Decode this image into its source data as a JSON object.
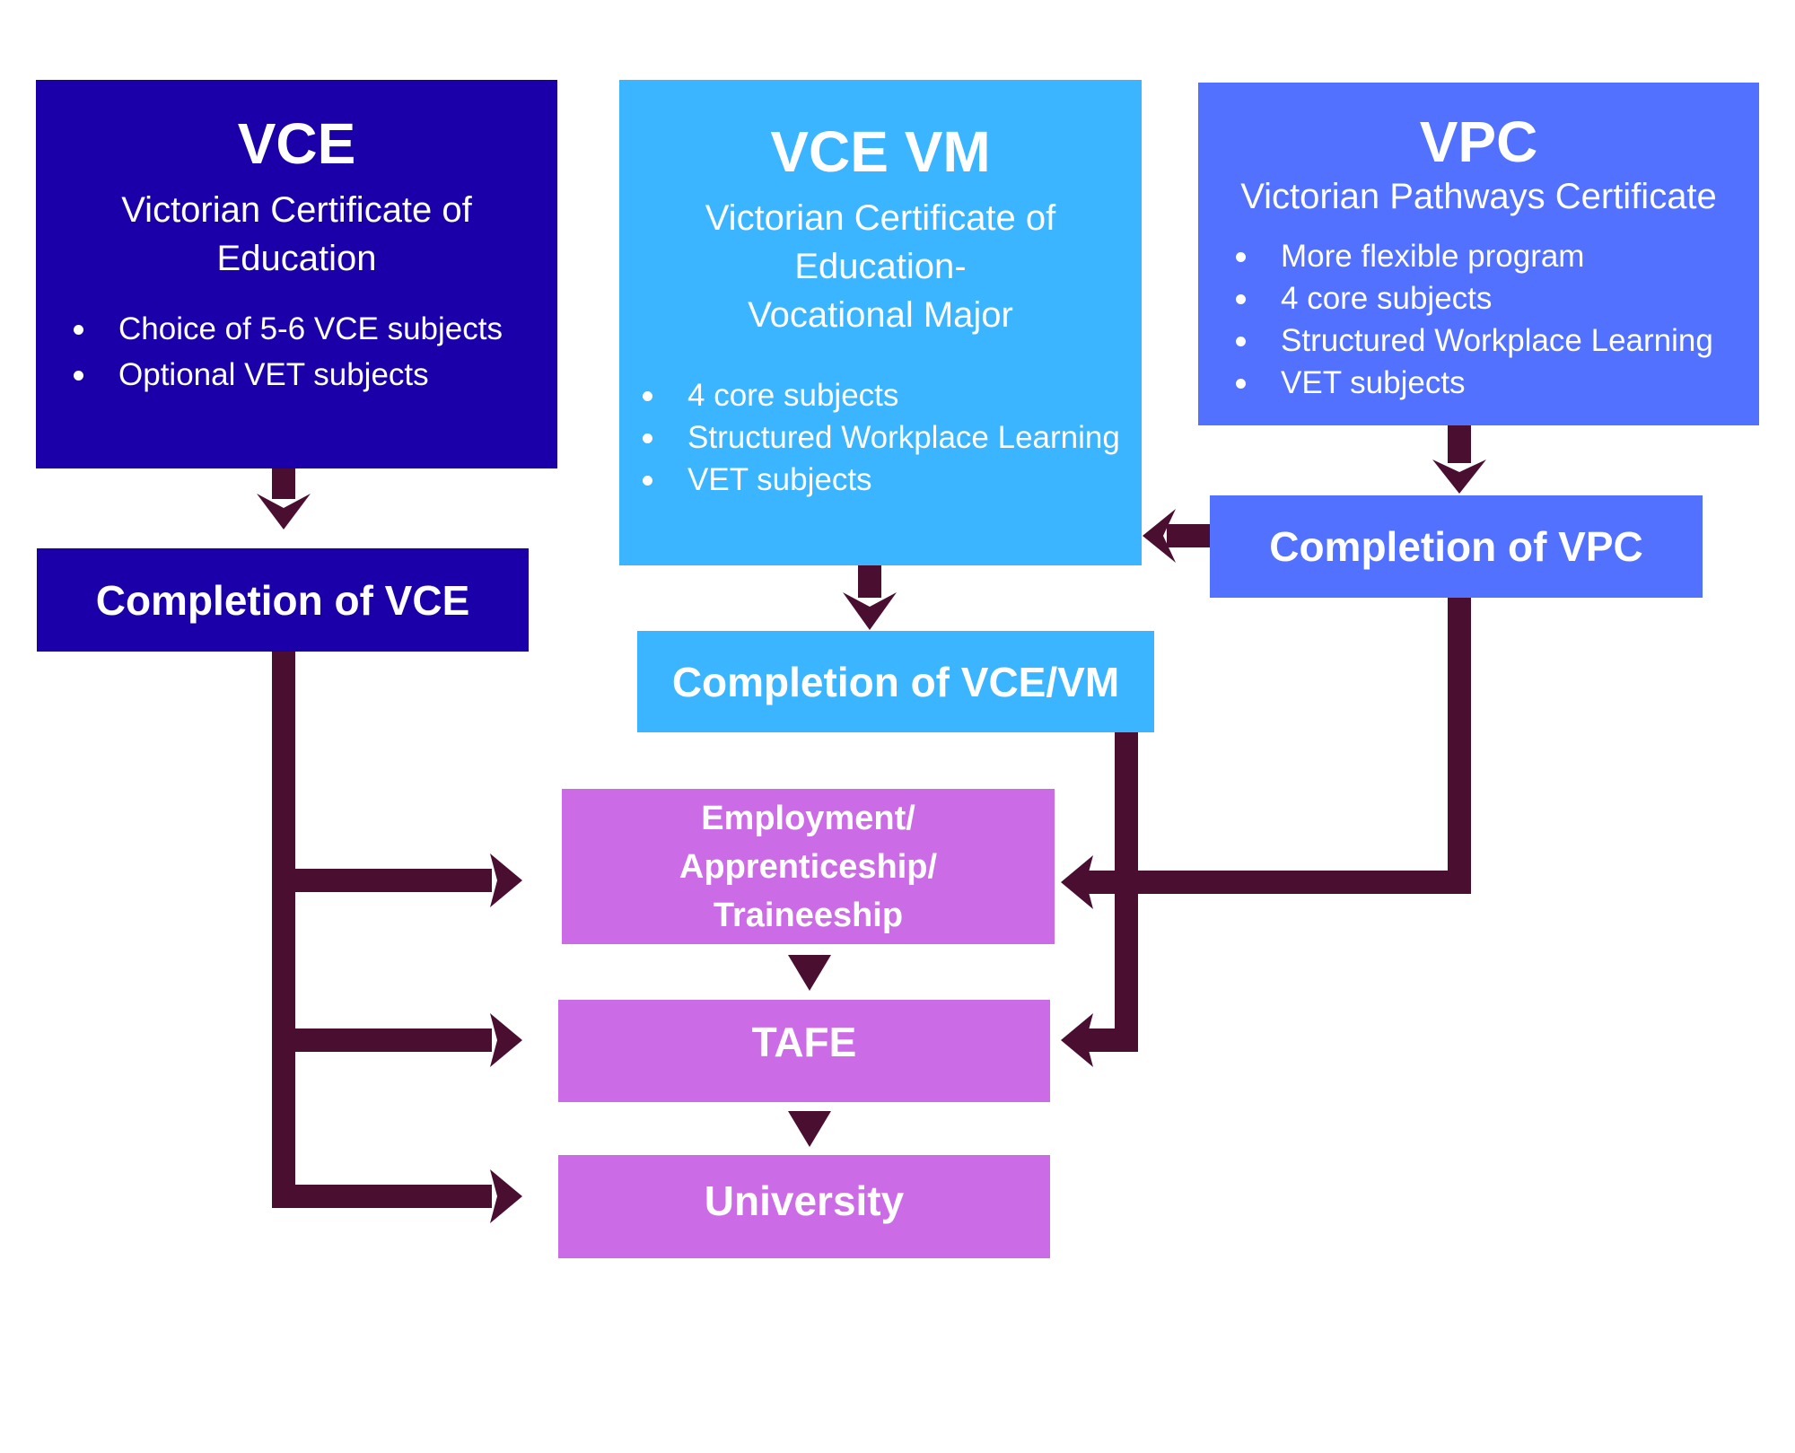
{
  "colors": {
    "vce": "#1b00aa",
    "vce_vm": "#3bb5ff",
    "vpc": "#5271ff",
    "destination": "#cb6ce6",
    "arrow": "#4a0e30",
    "text": "#ffffff"
  },
  "programs": {
    "vce": {
      "title": "VCE",
      "subtitle_lines": [
        "Victorian Certificate of",
        "Education"
      ],
      "bullets": [
        "Choice of 5-6 VCE subjects",
        "Optional VET subjects"
      ]
    },
    "vce_vm": {
      "title": "VCE VM",
      "subtitle_lines": [
        "Victorian Certificate of",
        "Education-",
        "Vocational Major"
      ],
      "bullets": [
        "4 core subjects",
        "Structured Workplace Learning",
        "VET subjects"
      ]
    },
    "vpc": {
      "title": "VPC",
      "subtitle_lines": [
        "Victorian Pathways Certificate"
      ],
      "bullets": [
        "More flexible program",
        "4 core subjects",
        "Structured Workplace Learning",
        "VET subjects"
      ]
    }
  },
  "completions": {
    "vce": "Completion of VCE",
    "vce_vm": "Completion of VCE/VM",
    "vpc": "Completion of VPC"
  },
  "destinations": {
    "employment_lines": [
      "Employment/",
      "Apprenticeship/",
      "Traineeship"
    ],
    "tafe": "TAFE",
    "university": "University"
  },
  "connections": [
    {
      "from": "VCE",
      "to": "Completion of VCE"
    },
    {
      "from": "VCE VM",
      "to": "Completion of VCE/VM"
    },
    {
      "from": "VPC",
      "to": "Completion of VPC"
    },
    {
      "from": "Completion of VPC",
      "to": "VCE VM"
    },
    {
      "from": "Completion of VCE",
      "to": "Employment/Apprenticeship/Traineeship"
    },
    {
      "from": "Completion of VCE",
      "to": "TAFE"
    },
    {
      "from": "Completion of VCE",
      "to": "University"
    },
    {
      "from": "Completion of VCE/VM",
      "to": "TAFE"
    },
    {
      "from": "Completion of VPC",
      "to": "Employment/Apprenticeship/Traineeship"
    },
    {
      "from": "Employment/Apprenticeship/Traineeship",
      "to": "TAFE"
    },
    {
      "from": "TAFE",
      "to": "University"
    }
  ]
}
